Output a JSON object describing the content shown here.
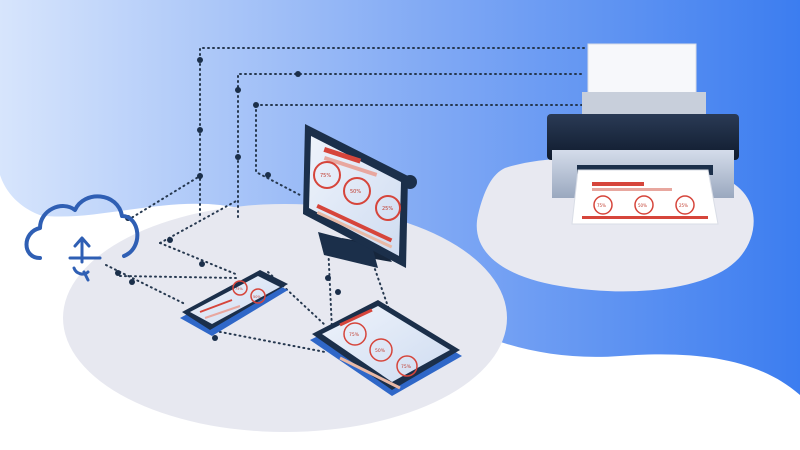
{
  "colors": {
    "background_gradient_start": "#c9dcfb",
    "background_gradient_end": "#3c7df0",
    "platform": "#e7e8f0",
    "device_dark": "#1b2f4a",
    "device_blue": "#2f67c8",
    "screen": "#dbe6f7",
    "gauge_red": "#d6453b",
    "cloud_stroke": "#2f5fb4",
    "connector_dots": "#26384f"
  },
  "icons": [
    "cloud-sync-icon",
    "printer-icon",
    "monitor-icon",
    "smartphone-icon",
    "tablet-icon"
  ],
  "monitor": {
    "gauges": [
      "75%",
      "50%",
      "25%"
    ]
  },
  "printer": {
    "gauges": [
      "75%",
      "50%",
      "25%"
    ]
  },
  "tablet": {
    "gauges": [
      "75%",
      "50%",
      "75%"
    ]
  },
  "phone": {
    "gauges": [
      "75%",
      "50%"
    ]
  }
}
